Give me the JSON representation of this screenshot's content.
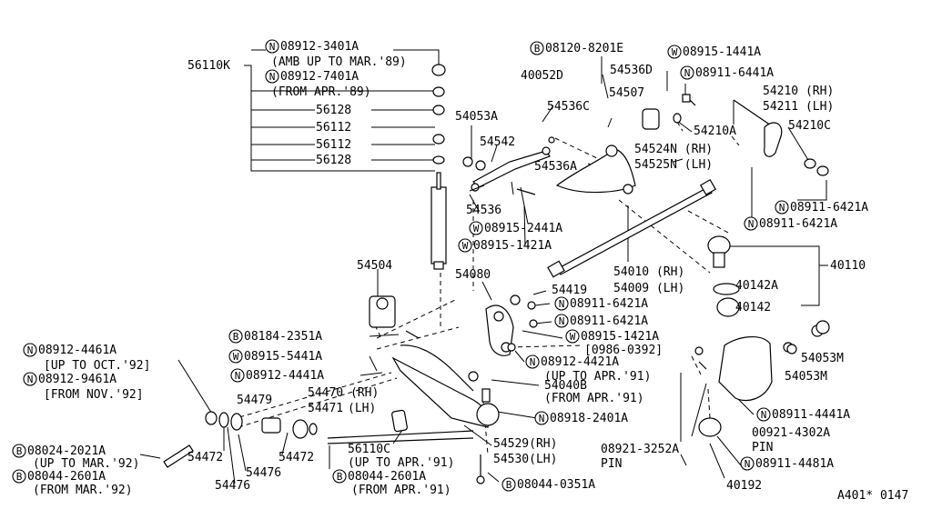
{
  "labels": [
    {
      "id": "l01",
      "text": "08912-3401A",
      "badge": "N"
    },
    {
      "id": "l02",
      "text": "(AMB UP TO MAR.'89)"
    },
    {
      "id": "l03",
      "text": "08912-7401A",
      "badge": "N"
    },
    {
      "id": "l04",
      "text": "(FROM APR.'89)"
    },
    {
      "id": "l05",
      "text": "56110K"
    },
    {
      "id": "l06",
      "text": "56128"
    },
    {
      "id": "l07",
      "text": "56112"
    },
    {
      "id": "l08",
      "text": "56112"
    },
    {
      "id": "l09",
      "text": "56128"
    },
    {
      "id": "l10",
      "text": "08120-8201E",
      "badge": "B"
    },
    {
      "id": "l11",
      "text": "40052D"
    },
    {
      "id": "l12",
      "text": "54536D"
    },
    {
      "id": "l13",
      "text": "08915-1441A",
      "badge": "W"
    },
    {
      "id": "l14",
      "text": "08911-6441A",
      "badge": "N"
    },
    {
      "id": "l15",
      "text": "54507"
    },
    {
      "id": "l16",
      "text": "54210 (RH)"
    },
    {
      "id": "l17",
      "text": "54211 (LH)"
    },
    {
      "id": "l18",
      "text": "54536C"
    },
    {
      "id": "l19",
      "text": "54053A"
    },
    {
      "id": "l20",
      "text": "54542"
    },
    {
      "id": "l21",
      "text": "54210A"
    },
    {
      "id": "l22",
      "text": "54210C"
    },
    {
      "id": "l23",
      "text": "54524N (RH)"
    },
    {
      "id": "l24",
      "text": "54525N (LH)"
    },
    {
      "id": "l25",
      "text": "54536A"
    },
    {
      "id": "l26",
      "text": "54536"
    },
    {
      "id": "l27",
      "text": "08911-6421A",
      "badge": "N"
    },
    {
      "id": "l28",
      "text": "08911-6421A",
      "badge": "N"
    },
    {
      "id": "l29",
      "text": "08915-2441A",
      "badge": "W"
    },
    {
      "id": "l30",
      "text": "08915-1421A",
      "badge": "W"
    },
    {
      "id": "l31",
      "text": "54504"
    },
    {
      "id": "l32",
      "text": "54080"
    },
    {
      "id": "l33",
      "text": "54010 (RH)"
    },
    {
      "id": "l34",
      "text": "54009 (LH)"
    },
    {
      "id": "l35",
      "text": "40110"
    },
    {
      "id": "l36",
      "text": "54419"
    },
    {
      "id": "l37",
      "text": "40142A"
    },
    {
      "id": "l38",
      "text": "08911-6421A",
      "badge": "N"
    },
    {
      "id": "l39",
      "text": "40142"
    },
    {
      "id": "l40",
      "text": "08911-6421A",
      "badge": "N"
    },
    {
      "id": "l41",
      "text": "08184-2351A",
      "badge": "B"
    },
    {
      "id": "l42",
      "text": "08915-1421A",
      "badge": "W"
    },
    {
      "id": "l43",
      "text": "[0986-0392]"
    },
    {
      "id": "l44",
      "text": "08912-4461A",
      "badge": "N"
    },
    {
      "id": "l45",
      "text": "[UP TO OCT.'92]"
    },
    {
      "id": "l46",
      "text": "08915-5441A",
      "badge": "W"
    },
    {
      "id": "l47",
      "text": "08912-4421A",
      "badge": "N"
    },
    {
      "id": "l48",
      "text": "(UP TO APR.'91)"
    },
    {
      "id": "l49",
      "text": "54053M"
    },
    {
      "id": "l50",
      "text": "08912-9461A",
      "badge": "N"
    },
    {
      "id": "l51",
      "text": "[FROM NOV.'92]"
    },
    {
      "id": "l52",
      "text": "08912-4441A",
      "badge": "N"
    },
    {
      "id": "l53",
      "text": "54053M"
    },
    {
      "id": "l54",
      "text": "54470 (RH)"
    },
    {
      "id": "l55",
      "text": "54040B"
    },
    {
      "id": "l56",
      "text": "54479"
    },
    {
      "id": "l57",
      "text": "(LH)"
    },
    {
      "id": "l58",
      "text": "(FROM APR.'91)"
    },
    {
      "id": "l59",
      "text": "54471"
    },
    {
      "id": "l60",
      "text": "08918-2401A",
      "badge": "N"
    },
    {
      "id": "l61",
      "text": "08911-4441A",
      "badge": "N"
    },
    {
      "id": "l62",
      "text": "00921-4302A"
    },
    {
      "id": "l63",
      "text": "PIN"
    },
    {
      "id": "l64",
      "text": "08024-2021A",
      "badge": "B"
    },
    {
      "id": "l65",
      "text": "(UP TO MAR.'92)"
    },
    {
      "id": "l66",
      "text": "54472"
    },
    {
      "id": "l67",
      "text": "54472"
    },
    {
      "id": "l68",
      "text": "56110C"
    },
    {
      "id": "l69",
      "text": "(UP TO APR.'91)"
    },
    {
      "id": "l70",
      "text": "54529(RH)"
    },
    {
      "id": "l71",
      "text": "54530(LH)"
    },
    {
      "id": "l72",
      "text": "08921-3252A"
    },
    {
      "id": "l73",
      "text": "PIN"
    },
    {
      "id": "l74",
      "text": "08911-4481A",
      "badge": "N"
    },
    {
      "id": "l75",
      "text": "08044-2601A",
      "badge": "B"
    },
    {
      "id": "l76",
      "text": "(FROM MAR.'92)"
    },
    {
      "id": "l77",
      "text": "54476"
    },
    {
      "id": "l78",
      "text": "54476"
    },
    {
      "id": "l79",
      "text": "08044-2601A",
      "badge": "B"
    },
    {
      "id": "l80",
      "text": "(FROM APR.'91)"
    },
    {
      "id": "l81",
      "text": "08044-0351A",
      "badge": "B"
    },
    {
      "id": "l82",
      "text": "40192"
    },
    {
      "id": "l83",
      "text": "A401* 0147"
    }
  ]
}
